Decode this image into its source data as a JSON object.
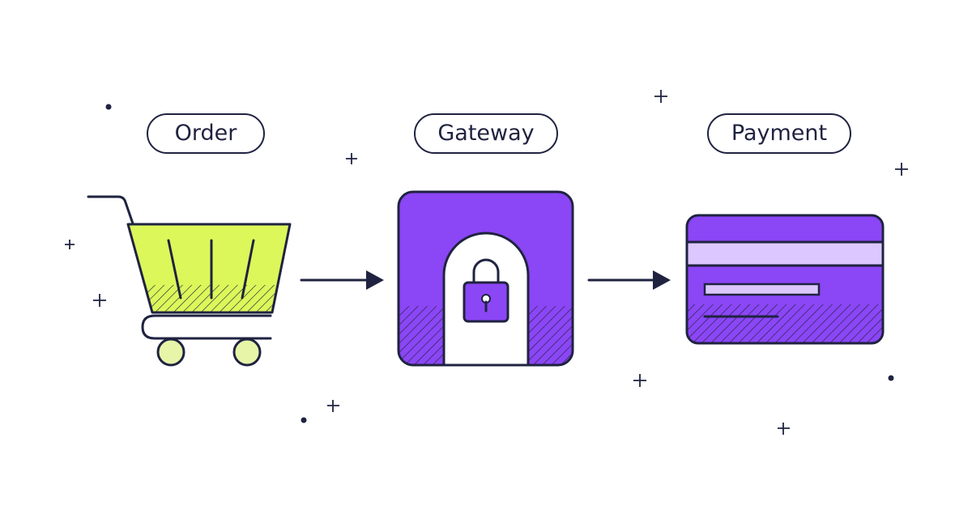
{
  "steps": [
    {
      "label": "Order",
      "icon": "shopping-cart-icon"
    },
    {
      "label": "Gateway",
      "icon": "padlock-doorway-icon"
    },
    {
      "label": "Payment",
      "icon": "credit-card-icon"
    }
  ],
  "colors": {
    "outline": "#1f2340",
    "cart_fill": "#dcf75a",
    "wheel_fill": "#e6f5a8",
    "purple": "#8b46f5",
    "purple_light": "#dcc8ff",
    "background": "#ffffff"
  }
}
